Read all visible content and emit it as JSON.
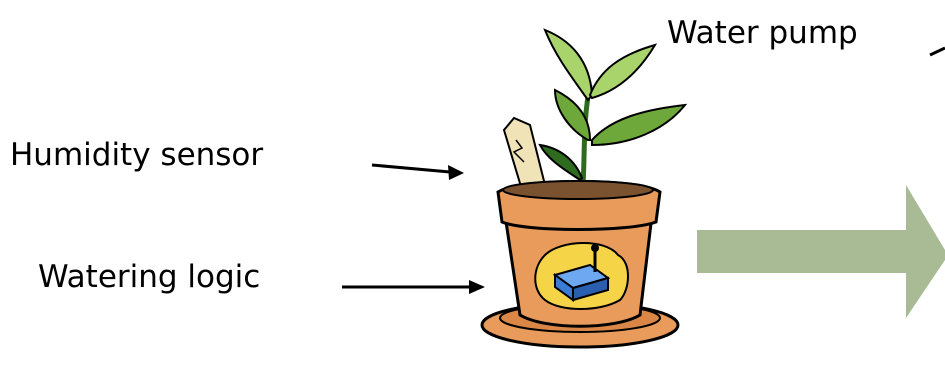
{
  "labels": {
    "humidity_sensor": "Humidity sensor",
    "watering_logic": "Watering logic",
    "water_pump": "Water pump"
  },
  "colors": {
    "pot": "#E89B5B",
    "pot_outline": "#000000",
    "soil": "#7A5230",
    "leaf_light": "#A9D36B",
    "leaf_dark": "#2F6B1F",
    "badge_yellow": "#F5D547",
    "device_blue": "#3A7BD5",
    "block_arrow": "#A8BB94"
  }
}
